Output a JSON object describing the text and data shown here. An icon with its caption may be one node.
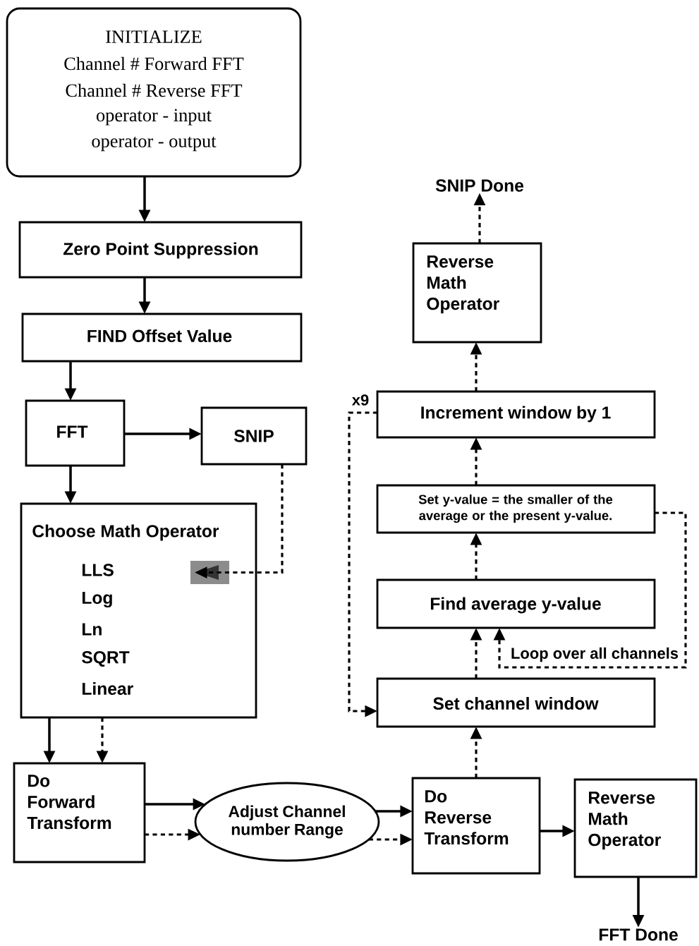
{
  "diagram": {
    "nodes": [
      {
        "text": [
          "INITIALIZE",
          "Channel # Forward FFT",
          "Channel # Reverse FFT",
          "operator  - input",
          "operator - output"
        ]
      },
      {
        "text": [
          "Zero Point Suppression"
        ]
      },
      {
        "text": [
          "FIND Offset Value"
        ]
      },
      {
        "text": [
          "FFT"
        ]
      },
      {
        "text": [
          "SNIP"
        ]
      },
      {
        "text": [
          "Choose Math Operator",
          "LLS",
          "Log",
          "Ln",
          "SQRT",
          "Linear"
        ]
      },
      {
        "text": [],
        "shape": "box",
        "in": 5
      },
      {
        "text": [
          "Do Forward Transform"
        ]
      },
      {
        "text": [
          "Adjust Channel number Range"
        ]
      },
      {
        "text": [
          "Do Reverse Transform"
        ]
      },
      {
        "text": [
          "Reverse Math Operator"
        ]
      },
      {
        "text": [
          "FFT  Done"
        ]
      },
      {
        "text": [
          "Set channel window"
        ]
      },
      {
        "text": [
          "Find average y-value"
        ]
      },
      {
        "text": [
          "Set y-value = the smaller of the average or the present y-value."
        ]
      },
      {
        "text": [
          "Increment window by 1"
        ]
      },
      {
        "text": [
          "Reverse Math Operator"
        ]
      },
      {
        "text": [
          "SNIP  Done"
        ]
      }
    ],
    "edges": [
      {
        "from": 0,
        "to": 1,
        "arrow": "to"
      },
      {
        "from": 1,
        "to": 2,
        "arrow": "to"
      },
      {
        "from": 2,
        "to": 3,
        "arrow": "to"
      },
      {
        "from": 3,
        "to": 4,
        "arrow": "to"
      },
      {
        "from": 3,
        "to": 5,
        "arrow": "to"
      },
      {
        "from": 4,
        "to": 6,
        "arrow": "to",
        "style": "dashed"
      },
      {
        "from": 5,
        "to": 7,
        "arrow": "to"
      },
      {
        "from": 5,
        "to": 7,
        "arrow": "to",
        "style": "dashed"
      },
      {
        "from": 7,
        "to": 8,
        "arrow": "to"
      },
      {
        "from": 7,
        "to": 8,
        "arrow": "to",
        "style": "dashed"
      },
      {
        "from": 8,
        "to": 9,
        "arrow": "to"
      },
      {
        "from": 8,
        "to": 9,
        "arrow": "to",
        "style": "dashed"
      },
      {
        "from": 9,
        "to": 10,
        "arrow": "to"
      },
      {
        "from": 10,
        "to": 11,
        "arrow": "to"
      },
      {
        "from": 9,
        "to": 12,
        "arrow": "to",
        "style": "dashed"
      },
      {
        "from": 12,
        "to": 13,
        "arrow": "to",
        "style": "dashed"
      },
      {
        "from": 13,
        "to": 14,
        "arrow": "to",
        "style": "dashed"
      },
      {
        "from": 14,
        "to": 15,
        "arrow": "to",
        "style": "dashed"
      },
      {
        "from": 15,
        "to": 16,
        "arrow": "to",
        "style": "dashed"
      },
      {
        "from": 16,
        "to": 17,
        "arrow": "to",
        "style": "dashed"
      },
      {
        "from": 14,
        "to": 13,
        "arrow": "to",
        "style": "dashed",
        "label": "Loop over all channels"
      },
      {
        "from": 15,
        "to": 12,
        "arrow": "to",
        "style": "dashed",
        "label": "x9"
      }
    ]
  }
}
